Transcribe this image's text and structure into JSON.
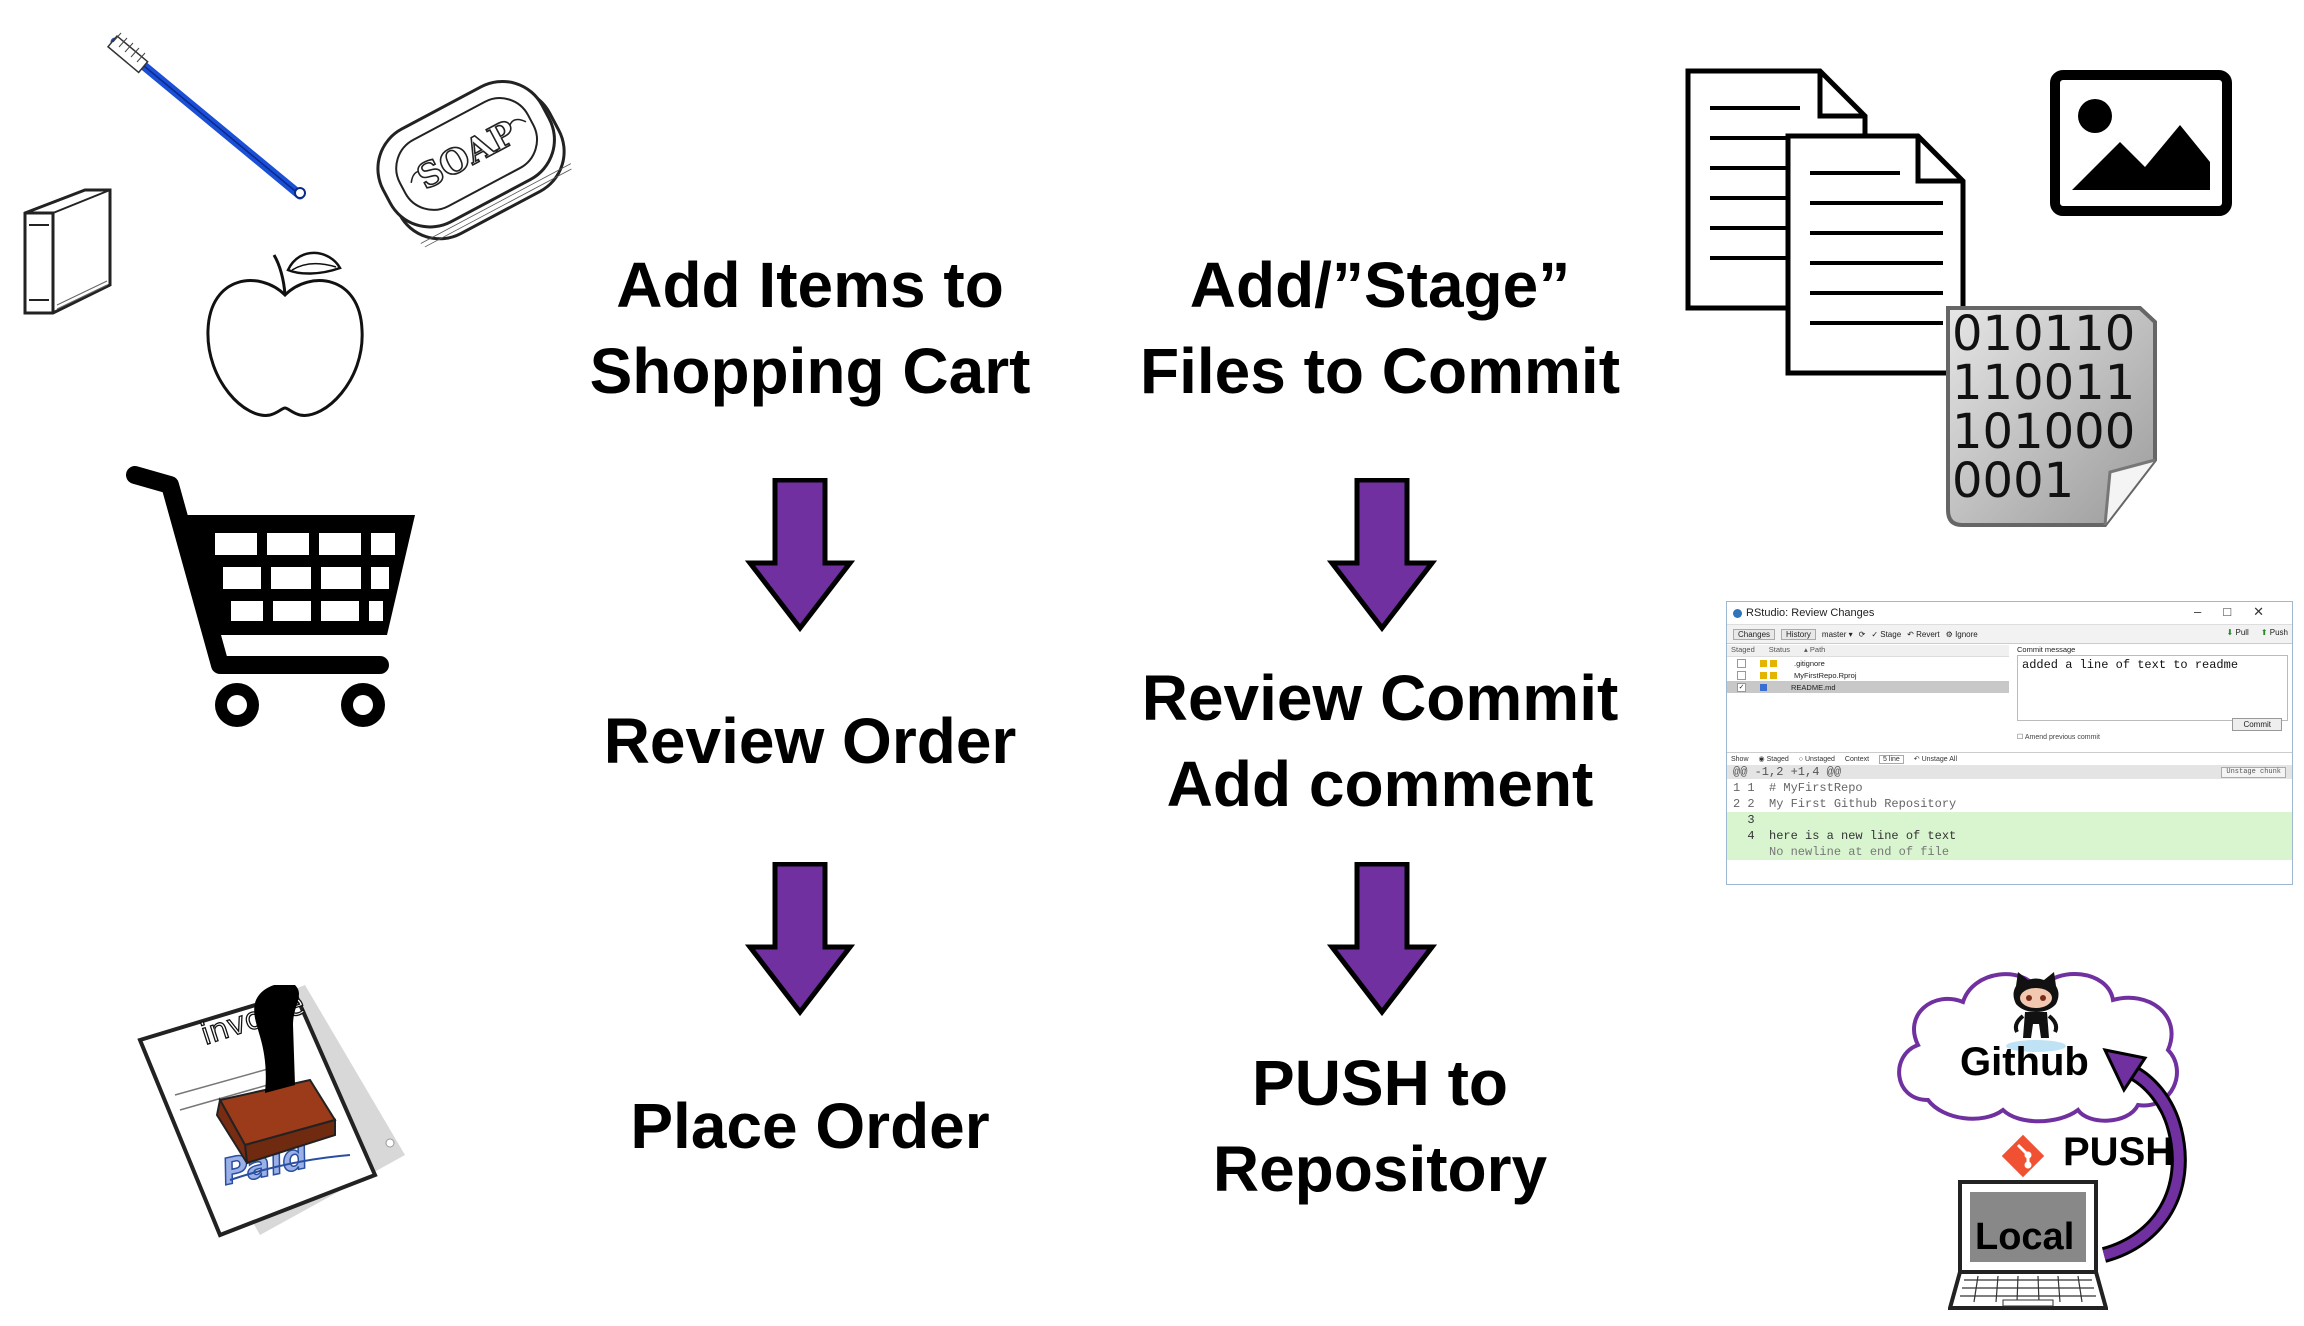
{
  "left_column": {
    "step1": [
      "Add Items to",
      "Shopping Cart"
    ],
    "step2": [
      "Review Order"
    ],
    "step3": [
      "Place Order"
    ]
  },
  "right_column": {
    "step1": [
      "Add/”Stage”",
      "Files to Commit"
    ],
    "step2": [
      "Review Commit",
      "Add comment"
    ],
    "step3": [
      "PUSH to",
      "Repository"
    ]
  },
  "arrow_color": "#7030a0",
  "icons": {
    "soap_text": "SOAP",
    "invoice_text": "invoice",
    "paid_text": "Paid",
    "binary_lines": [
      "010110",
      "110011",
      "101000",
      "0001"
    ]
  },
  "rstudio": {
    "window_title": "RStudio: Review Changes",
    "tab_changes": "Changes",
    "tab_history": "History",
    "branch": "master ▾",
    "stage": "Stage",
    "revert": "Revert",
    "ignore": "Ignore",
    "pull": "Pull",
    "push": "Push",
    "col_staged": "Staged",
    "col_status": "Status",
    "col_path": "▴ Path",
    "files": [
      ".gitignore",
      "MyFirstRepo.Rproj",
      "README.md"
    ],
    "commit_label": "Commit message",
    "commit_message": "added a line of text to readme",
    "amend": "Amend previous commit",
    "commit_button": "Commit",
    "show": "Show",
    "staged": "Staged",
    "unstaged": "Unstaged",
    "context": "Context",
    "context_value": "5 line",
    "unstage_all": "Unstage All",
    "diff_header": "@@ -1,2 +1,4 @@",
    "unstage_chunk": "Unstage chunk",
    "diff_lines": [
      "1 1  # MyFirstRepo",
      "2 2  My First Github Repository",
      "  3",
      "  4  here is a new line of text",
      "     No newline at end of file"
    ]
  },
  "push_diagram": {
    "cloud_label": "Github",
    "push_label": "PUSH",
    "local_label": "Local"
  }
}
